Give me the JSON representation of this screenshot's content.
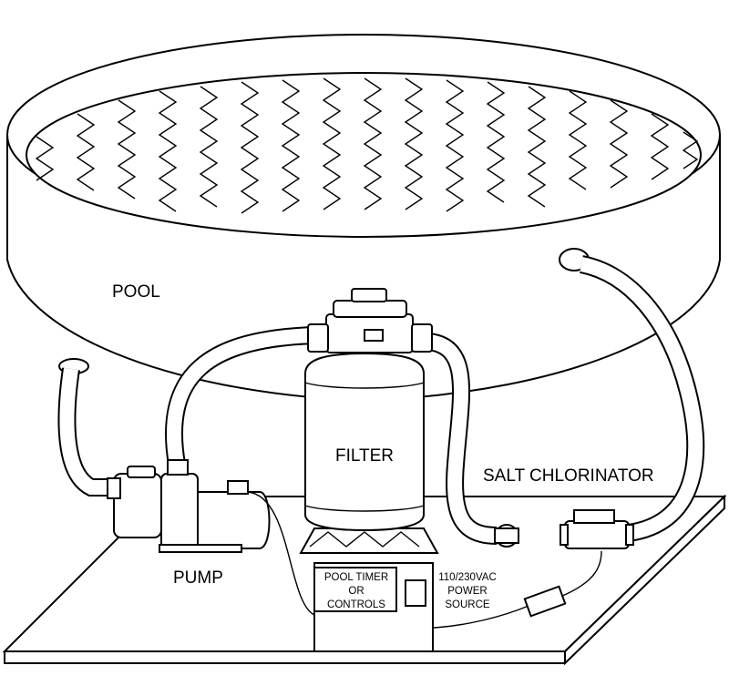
{
  "diagram": {
    "labels": {
      "pool": "POOL",
      "filter": "FILTER",
      "pump": "PUMP",
      "salt_chlorinator": "SALT CHLORINATOR",
      "timer_line1": "POOL TIMER",
      "timer_line2": "OR",
      "timer_line3": "CONTROLS",
      "power_line1": "110/230VAC",
      "power_line2": "POWER",
      "power_line3": "SOURCE"
    },
    "colors": {
      "line": "#000000",
      "fill": "#ffffff"
    }
  }
}
